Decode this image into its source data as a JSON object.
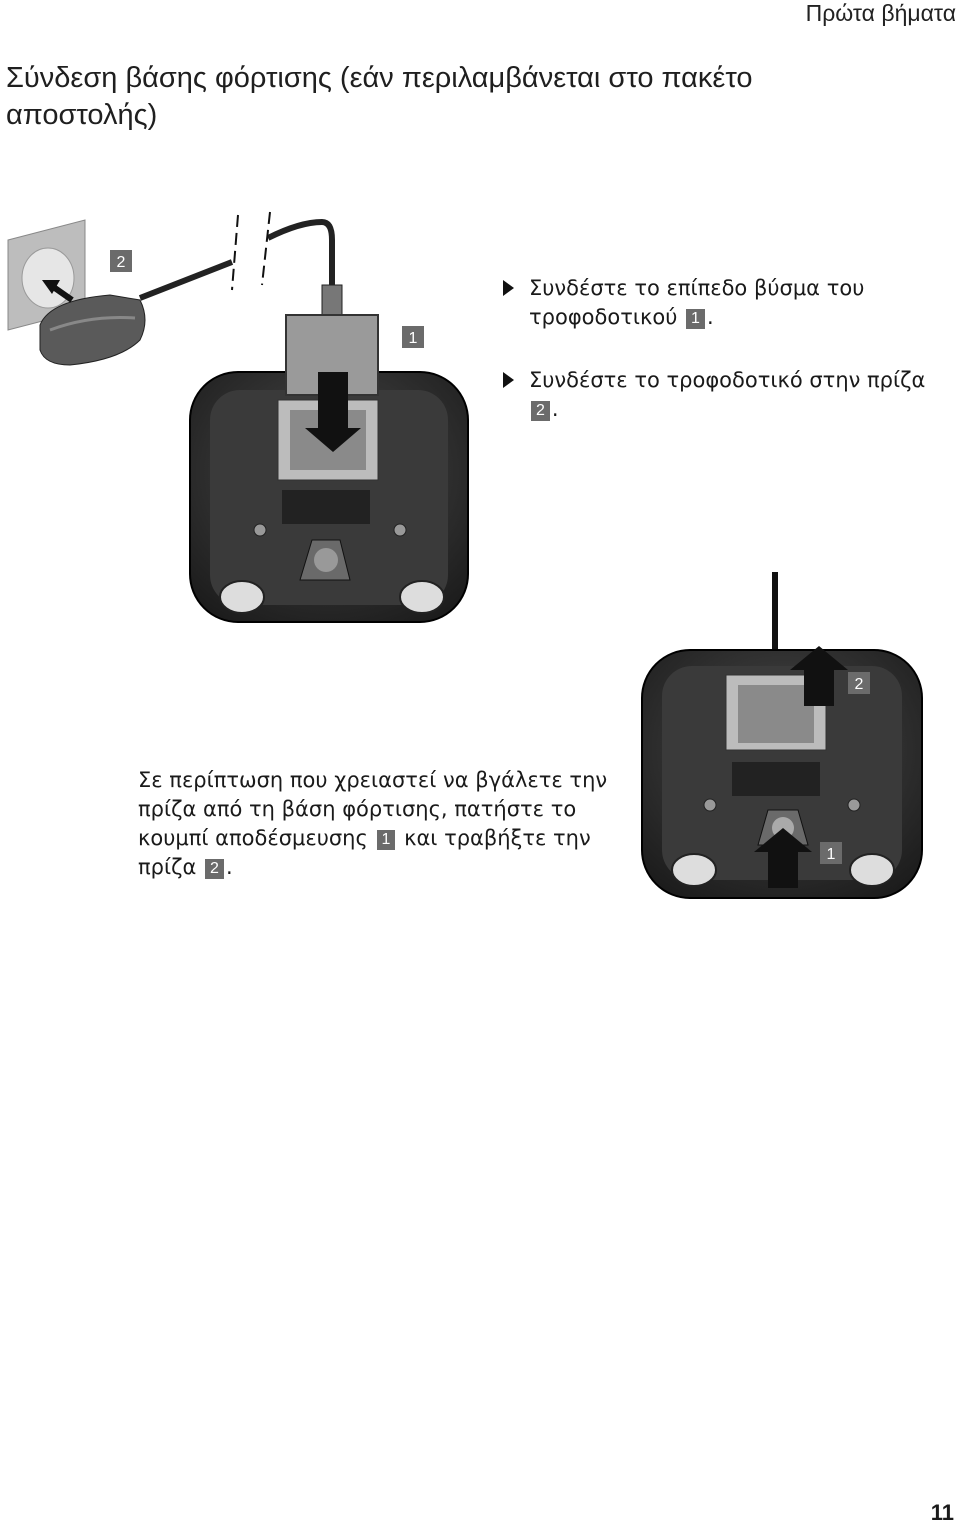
{
  "header": {
    "section": "Πρώτα βήματα"
  },
  "page": {
    "title": "Σύνδεση βάσης φόρτισης (εάν περιλαμβάνεται στο πακέτο αποστολής)",
    "number": "11"
  },
  "figure1": {
    "callout_1": "1",
    "callout_2": "2"
  },
  "steps": [
    {
      "before": "Συνδέστε το επίπεδο βύσμα του τροφοδοτικού ",
      "ref": "1",
      "after": "."
    },
    {
      "before": "Συνδέστε το τροφοδοτικό στην πρίζα ",
      "ref": "2",
      "after": "."
    }
  ],
  "figure2": {
    "callout_1": "1",
    "callout_2": "2"
  },
  "note": {
    "part1": "Σε περίπτωση που χρειαστεί να βγάλετε την πρίζα από τη βάση φόρτισης, πατήστε το κουμπί αποδέσμευσης ",
    "ref1": "1",
    "part2": " και τραβήξτε την πρίζα ",
    "ref2": "2",
    "part3": "."
  }
}
